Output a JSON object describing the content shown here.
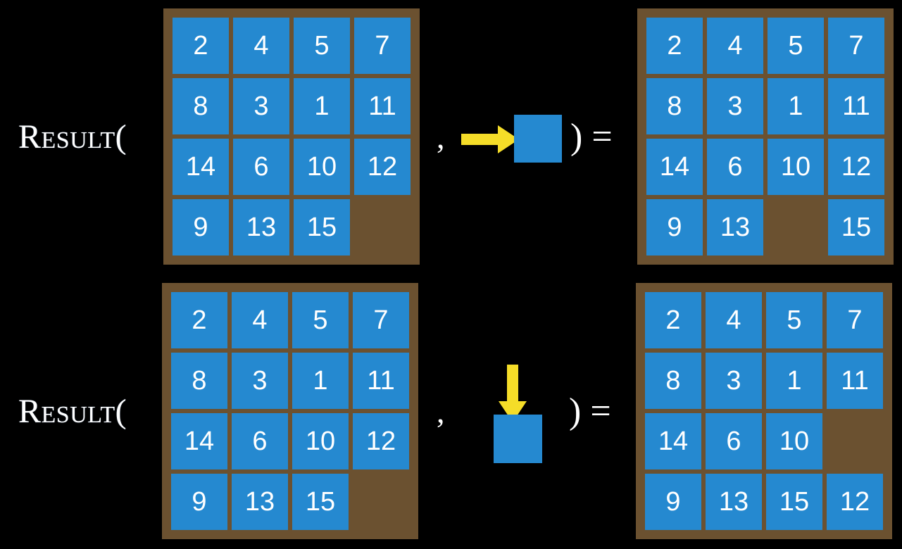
{
  "title": "RESULT function applied to 15-puzzle states",
  "background_color": "#000000",
  "colors": {
    "tile": "#2589d0",
    "board": "#6b5130",
    "tile_text": "#ffffff",
    "arrow": "#f5dd28",
    "label_text": "#ffffff"
  },
  "labels": {
    "result_open": "Result(",
    "comma": ",",
    "paren_close_equals": ") ="
  },
  "rows": [
    {
      "id": "row-horizontal-move",
      "result_open": "Result(",
      "comma": ",",
      "paren_close_equals": ") =",
      "action": {
        "arrow_icon": "arrow-right-icon",
        "direction": "right",
        "tile_label": ""
      },
      "state_before": {
        "rows": 4,
        "cols": 4,
        "tiles": [
          [
            "2",
            "4",
            "5",
            "7"
          ],
          [
            "8",
            "3",
            "1",
            "11"
          ],
          [
            "14",
            "6",
            "10",
            "12"
          ],
          [
            "9",
            "13",
            "15",
            ""
          ]
        ],
        "blank_position": [
          3,
          3
        ]
      },
      "state_after": {
        "rows": 4,
        "cols": 4,
        "tiles": [
          [
            "2",
            "4",
            "5",
            "7"
          ],
          [
            "8",
            "3",
            "1",
            "11"
          ],
          [
            "14",
            "6",
            "10",
            "12"
          ],
          [
            "9",
            "13",
            "",
            "15"
          ]
        ],
        "blank_position": [
          3,
          2
        ]
      }
    },
    {
      "id": "row-vertical-move",
      "result_open": "Result(",
      "comma": ",",
      "paren_close_equals": ") =",
      "action": {
        "arrow_icon": "arrow-down-icon",
        "direction": "down",
        "tile_label": ""
      },
      "state_before": {
        "rows": 4,
        "cols": 4,
        "tiles": [
          [
            "2",
            "4",
            "5",
            "7"
          ],
          [
            "8",
            "3",
            "1",
            "11"
          ],
          [
            "14",
            "6",
            "10",
            "12"
          ],
          [
            "9",
            "13",
            "15",
            ""
          ]
        ],
        "blank_position": [
          3,
          3
        ]
      },
      "state_after": {
        "rows": 4,
        "cols": 4,
        "tiles": [
          [
            "2",
            "4",
            "5",
            "7"
          ],
          [
            "8",
            "3",
            "1",
            "11"
          ],
          [
            "14",
            "6",
            "10",
            ""
          ],
          [
            "9",
            "13",
            "15",
            "12"
          ]
        ],
        "blank_position": [
          2,
          3
        ]
      }
    }
  ]
}
